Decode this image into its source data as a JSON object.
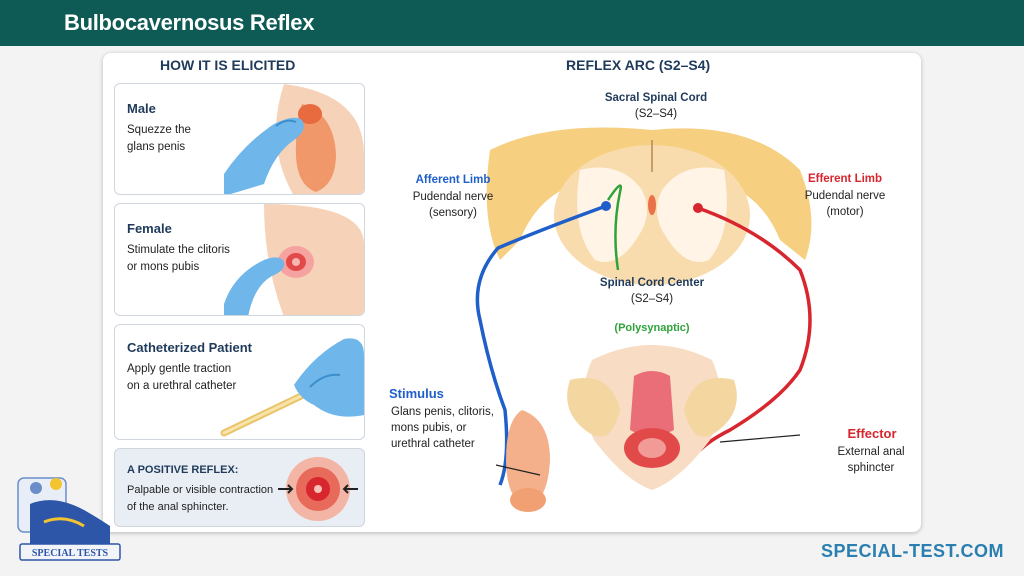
{
  "header": {
    "title": "Bulbocavernosus Reflex"
  },
  "left": {
    "heading": "HOW IT IS ELICITED",
    "panels": [
      {
        "title": "Male",
        "text": "Squezze the\nglans penis"
      },
      {
        "title": "Female",
        "text": "Stimulate the clitoris\nor mons pubis"
      },
      {
        "title": "Catheterized Patient",
        "text": "Apply gentle traction\non a urethral catheter"
      }
    ],
    "positive": {
      "title": "A POSITIVE REFLEX:",
      "text": "Palpable or visible contraction\nof the anal sphincter."
    }
  },
  "right": {
    "heading": "REFLEX ARC (S2–S4)",
    "sacral": {
      "title": "Sacral Spinal Cord",
      "sub": "(S2–S4)"
    },
    "afferent": {
      "title": "Afferent Limb",
      "text": "Pudendal nerve\n(sensory)"
    },
    "efferent": {
      "title": "Efferent Limb",
      "text": "Pudendal nerve\n(motor)"
    },
    "center": {
      "title": "Spinal Cord Center",
      "sub": "(S2–S4)",
      "note": "(Polysynaptic)"
    },
    "stimulus": {
      "title": "Stimulus",
      "text": "Glans penis, clitoris,\nmons pubis, or\nurethral catheter"
    },
    "effector": {
      "title": "Effector",
      "text": "External anal\nsphincter"
    }
  },
  "logo": {
    "text": "SPECIAL TESTS"
  },
  "footer": {
    "site": "SPECIAL-TEST.COM"
  },
  "colors": {
    "header": "#0e5b55",
    "afferent": "#1f5fc9",
    "efferent": "#d8262e",
    "center": "#2fa33a"
  }
}
